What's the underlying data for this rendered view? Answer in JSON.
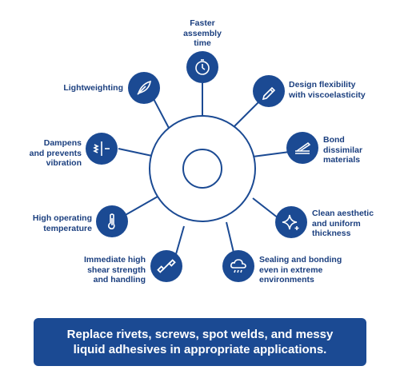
{
  "benefits": {
    "faster_assembly": "Faster\nassembly\ntime",
    "design_flexibility": "Design flexibility\nwith viscoelasticity",
    "bond_dissimilar": "Bond\ndissimilar\nmaterials",
    "clean_aesthetic": "Clean aesthetic\nand uniform\nthickness",
    "sealing_bonding": "Sealing and bonding\neven in extreme\nenvironments",
    "high_shear": "Immediate high\nshear strength\nand handling",
    "high_temperature": "High operating\ntemperature",
    "dampens_vibration": "Dampens\nand prevents\nvibration",
    "lightweighting": "Lightweighting"
  },
  "banner_text": "Replace rivets, screws, spot welds, and messy\nliquid adhesives in appropriate applications.",
  "colors": {
    "primary": "#1b4a93",
    "text": "#1b3f7f",
    "line": "#1b4a93"
  },
  "icons": [
    "stopwatch-icon",
    "pencil-icon",
    "layered-material-icon",
    "sparkle-icon",
    "cloud-rain-icon",
    "dumbbell-icon",
    "thermometer-icon",
    "vibration-icon",
    "feather-icon"
  ]
}
